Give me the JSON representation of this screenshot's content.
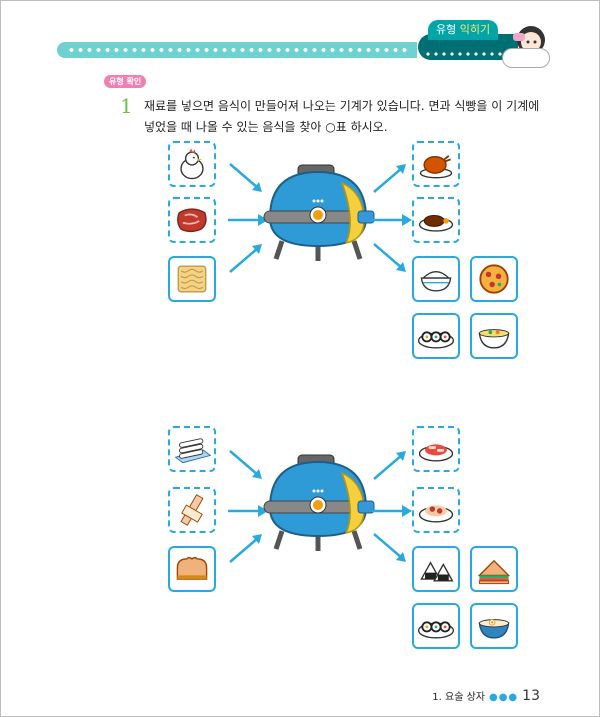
{
  "header": {
    "title_part1": "유형",
    "title_part2": "익히기"
  },
  "badge": "유형 확인",
  "question": {
    "number": "1",
    "text": "재료를 넣으면 음식이 만들어져 나오는 기계가 있습니다. 면과 식빵을 이 기계에 넣었을 때 나올 수 있는 음식을 찾아 ○표 하시오."
  },
  "group1": {
    "inputs": [
      "chicken-icon",
      "raw-meat-icon",
      "noodles-icon"
    ],
    "outputs": [
      "roast-chicken-icon",
      "steak-icon",
      "rice-bowl-icon",
      "pizza-icon",
      "gimbap-icon",
      "noodle-soup-icon"
    ]
  },
  "group2": {
    "inputs": [
      "rice-cake-icon",
      "gimbap-ingredients-icon",
      "bread-loaf-icon"
    ],
    "outputs": [
      "tteokbokki-icon",
      "spaghetti-icon",
      "rice-ball-icon",
      "sandwich-icon",
      "gimbap-icon",
      "noodle-soup-icon"
    ]
  },
  "footer": {
    "section": "1. 요술 상자",
    "dots": "●●●",
    "page": "13"
  },
  "colors": {
    "accent": "#29a9e0",
    "teal": "#6fd2d0",
    "dark_teal": "#006f73",
    "number_green": "#6bc048"
  }
}
